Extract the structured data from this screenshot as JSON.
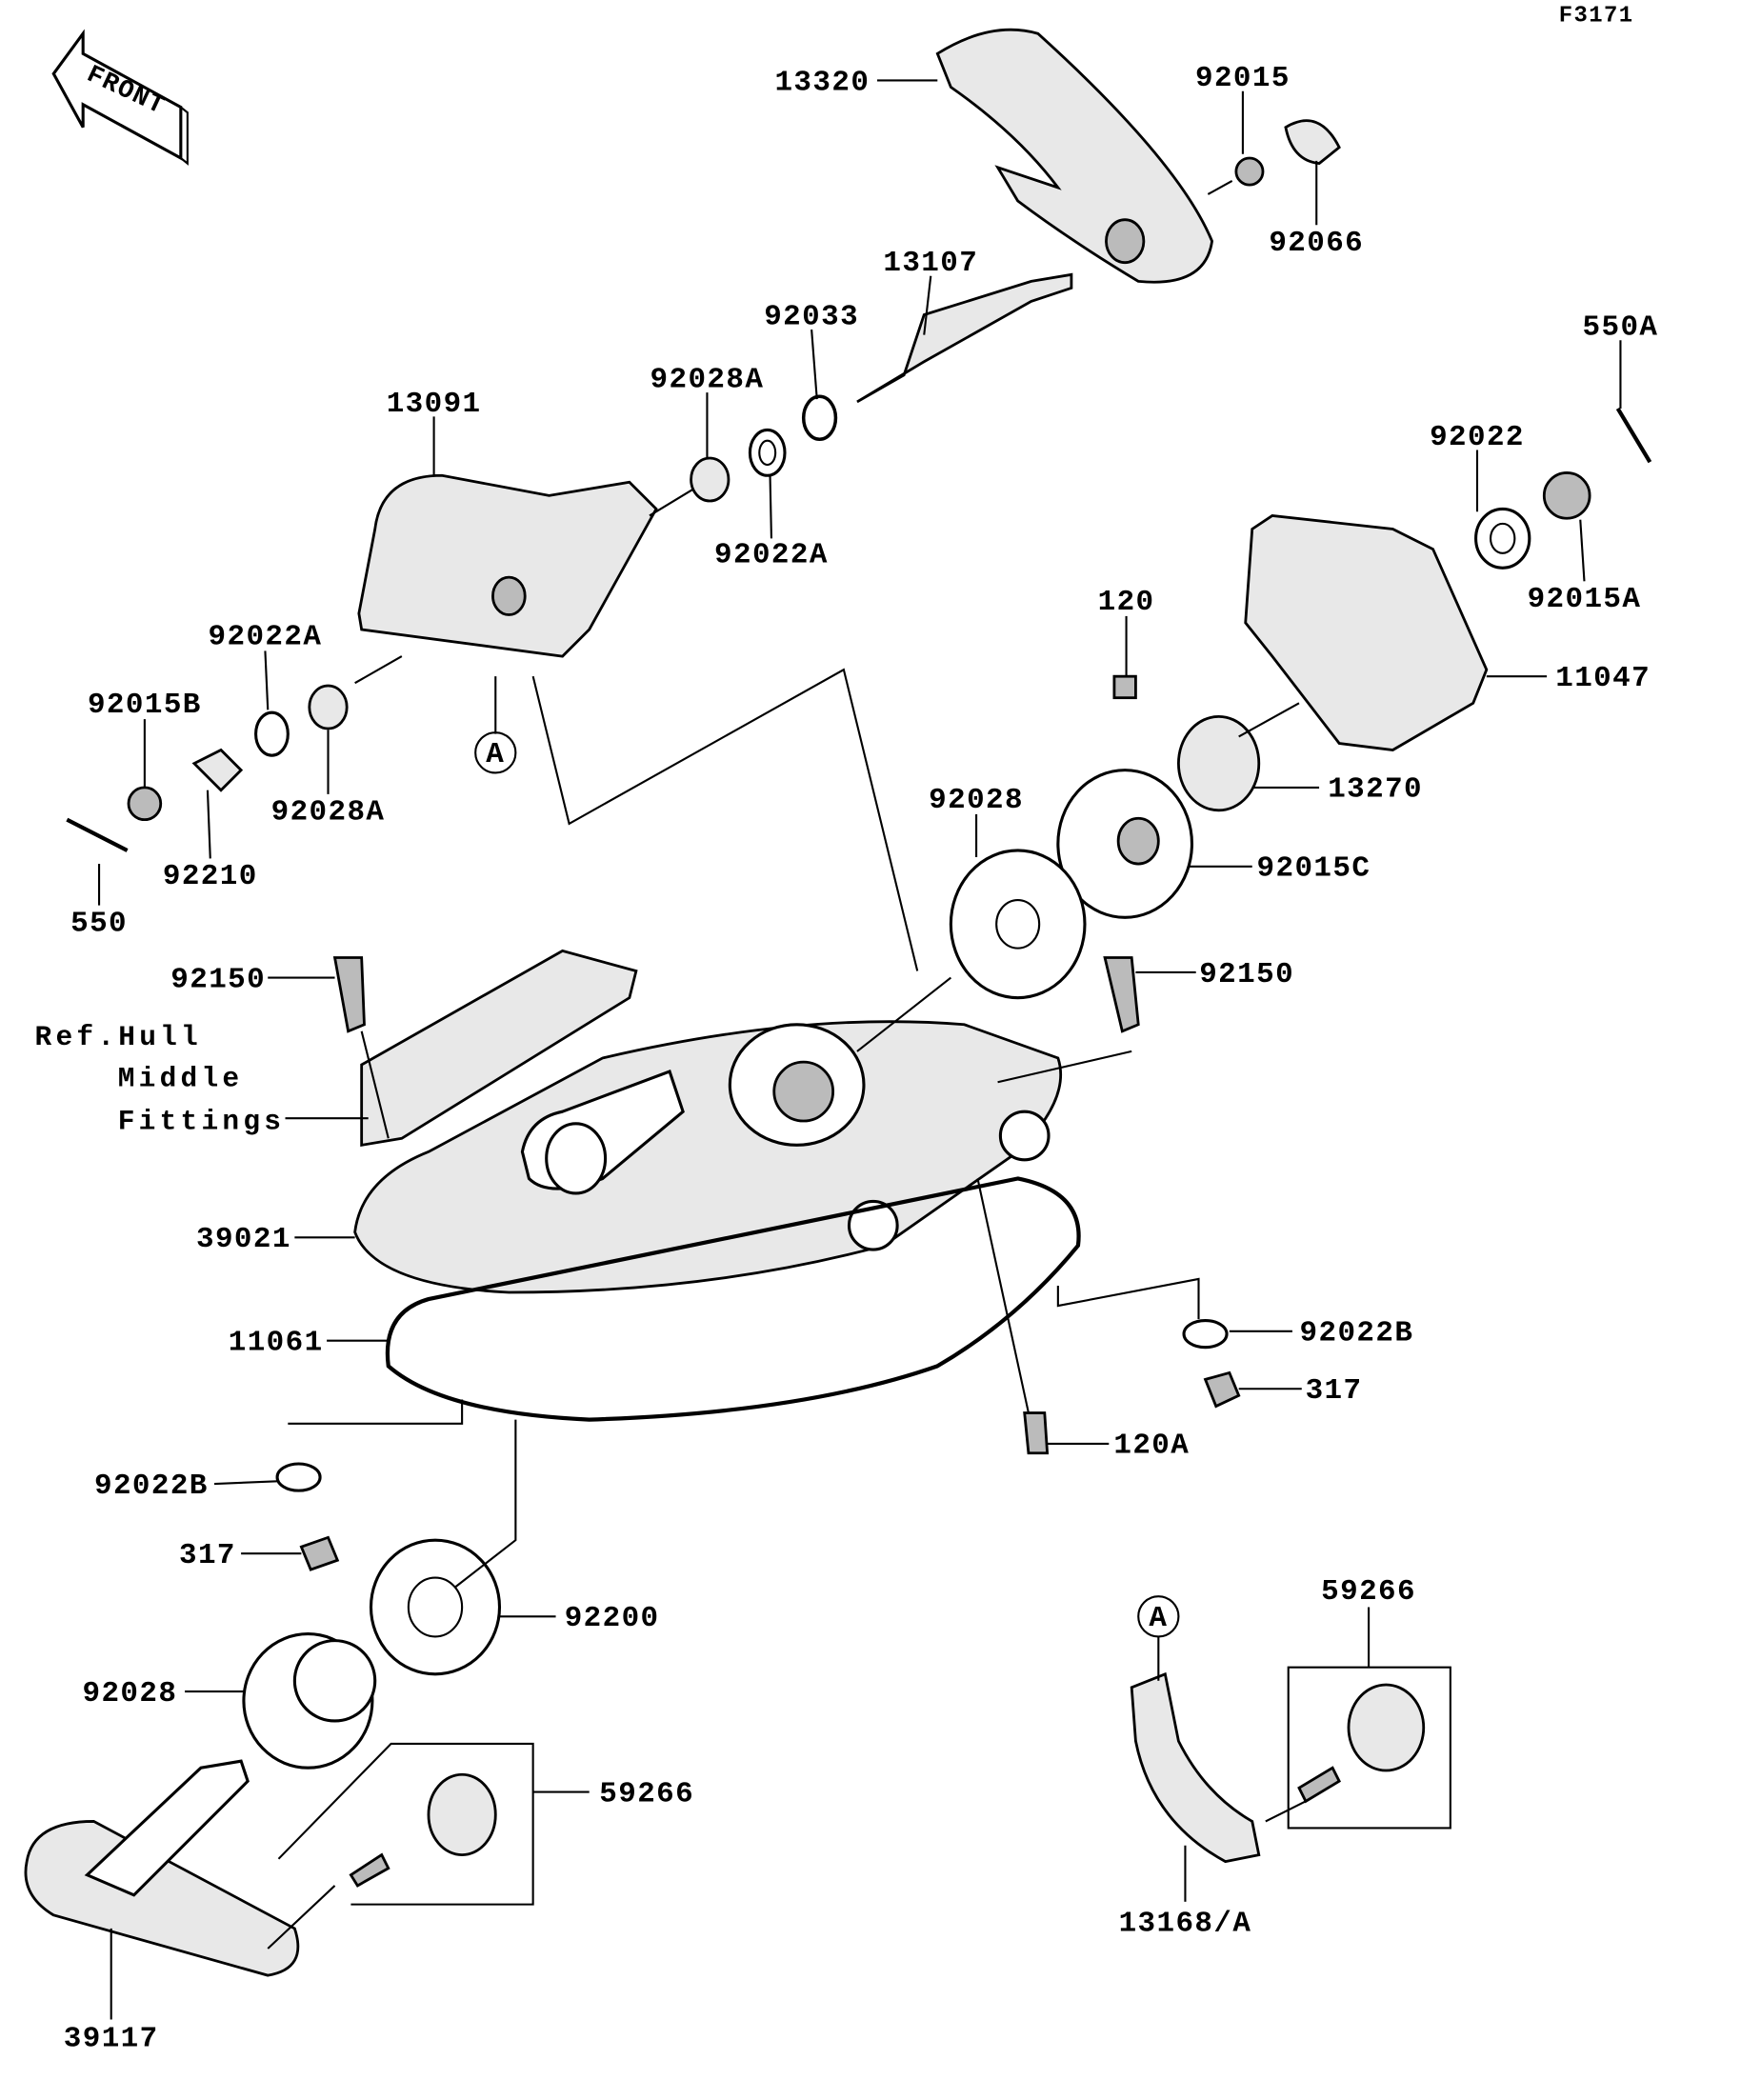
{
  "diagram_code": "F3171",
  "front_logo": "FRONT",
  "reference_note": {
    "line1": "Ref.Hull",
    "line2": "Middle",
    "line3": "Fittings"
  },
  "labels": [
    "13320",
    "92015",
    "92066",
    "13107",
    "92033",
    "550A",
    "92028A",
    "13091",
    "92022",
    "92022A",
    "92015A",
    "120",
    "92022A",
    "11047",
    "92015B",
    "A",
    "13270",
    "92028",
    "92028A",
    "92015C",
    "92210",
    "550",
    "92150",
    "92150",
    "39021",
    "92022B",
    "11061",
    "317",
    "120A",
    "92022B",
    "317",
    "92200",
    "59266",
    "A",
    "92028",
    "59266",
    "13168/A",
    "39117"
  ]
}
